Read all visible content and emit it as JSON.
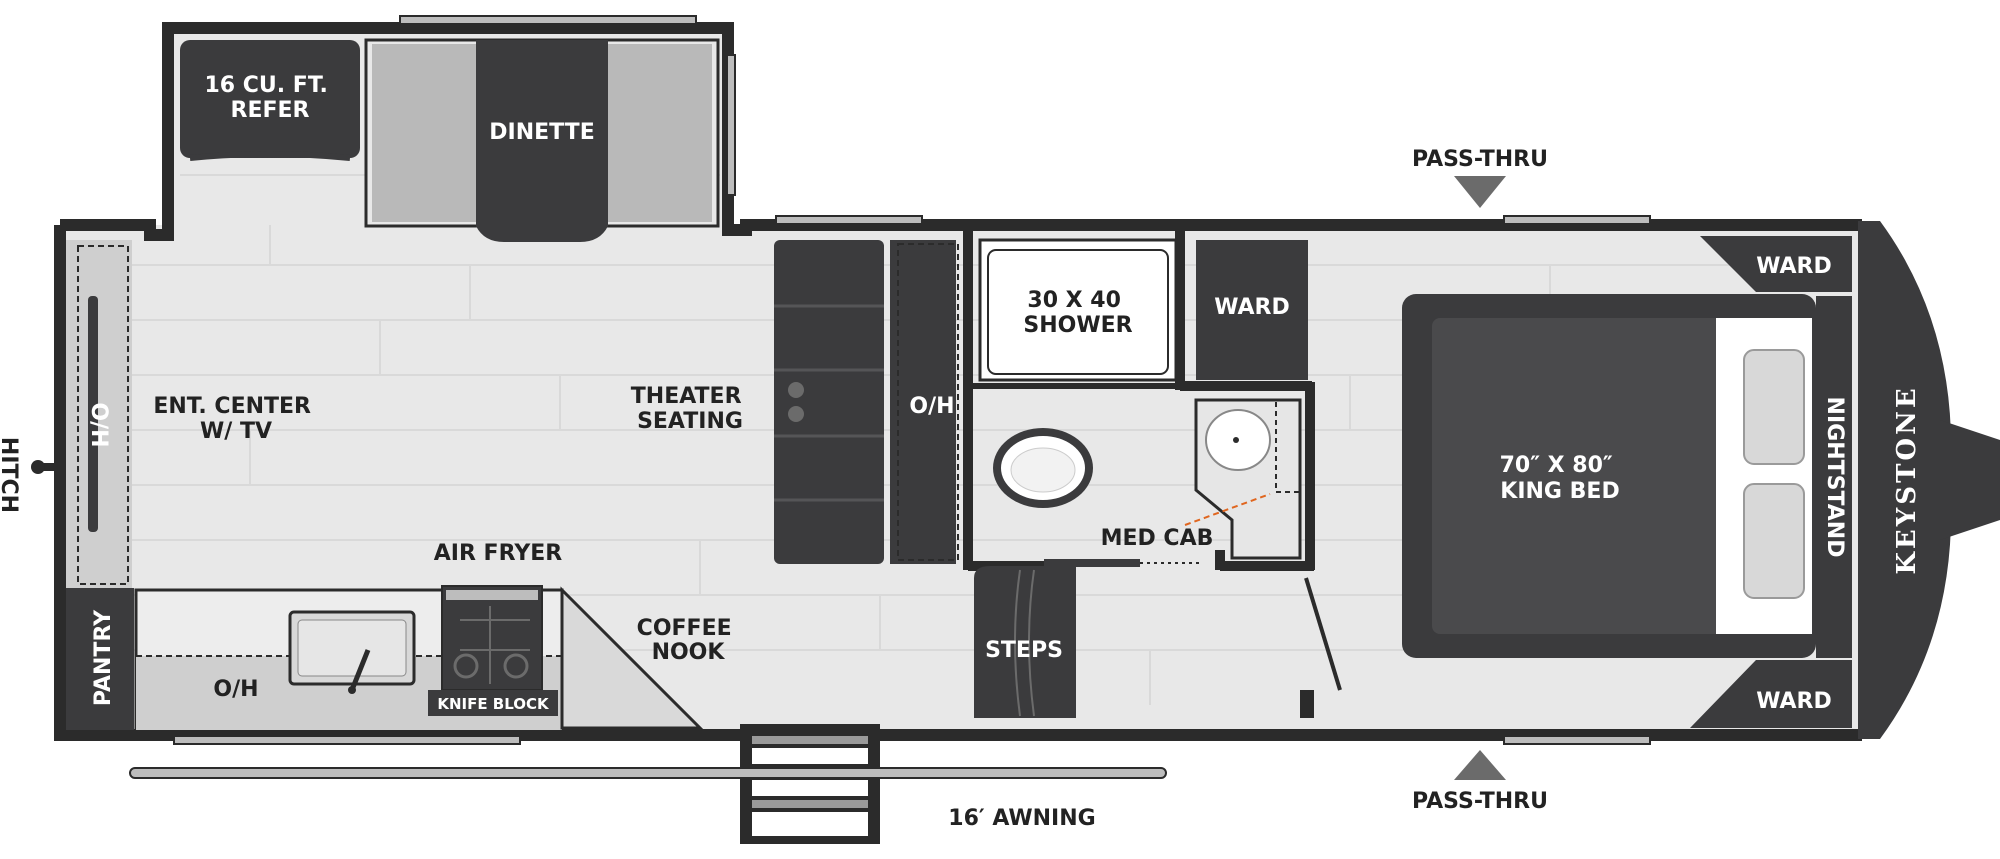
{
  "colors": {
    "wall": "#2b2b2b",
    "floor": "#e8e8e8",
    "dark_fixture": "#3b3b3d",
    "bed": "#4a4a4c",
    "counter": "#d4d4d4",
    "white": "#ffffff"
  },
  "labels": {
    "refer": [
      "16 CU. FT.",
      "REFER"
    ],
    "dinette": "DINETTE",
    "pass_thru_top": "PASS-THRU",
    "pass_thru_bottom": "PASS-THRU",
    "ent_center": [
      "ENT. CENTER",
      "W/ TV"
    ],
    "theater_seating": [
      "THEATER",
      "SEATING"
    ],
    "oh_slide": "O/H",
    "oh_front": "O/H",
    "oh_galley": "O/H",
    "shower": [
      "30 X 40",
      "SHOWER"
    ],
    "ward_bath": "WARD",
    "ward_top": "WARD",
    "ward_bottom": "WARD",
    "bed": [
      "70″ X 80″",
      "KING BED"
    ],
    "nightstand": "NIGHTSTAND",
    "brand": "KEYSTONE",
    "hitch": "HITCH",
    "pantry": "PANTRY",
    "air_fryer": "AIR FRYER",
    "knife_block": "KNIFE BLOCK",
    "coffee_nook": [
      "COFFEE",
      "NOOK"
    ],
    "steps": "STEPS",
    "med_cab": "MED CAB",
    "awning": "16′ AWNING"
  }
}
